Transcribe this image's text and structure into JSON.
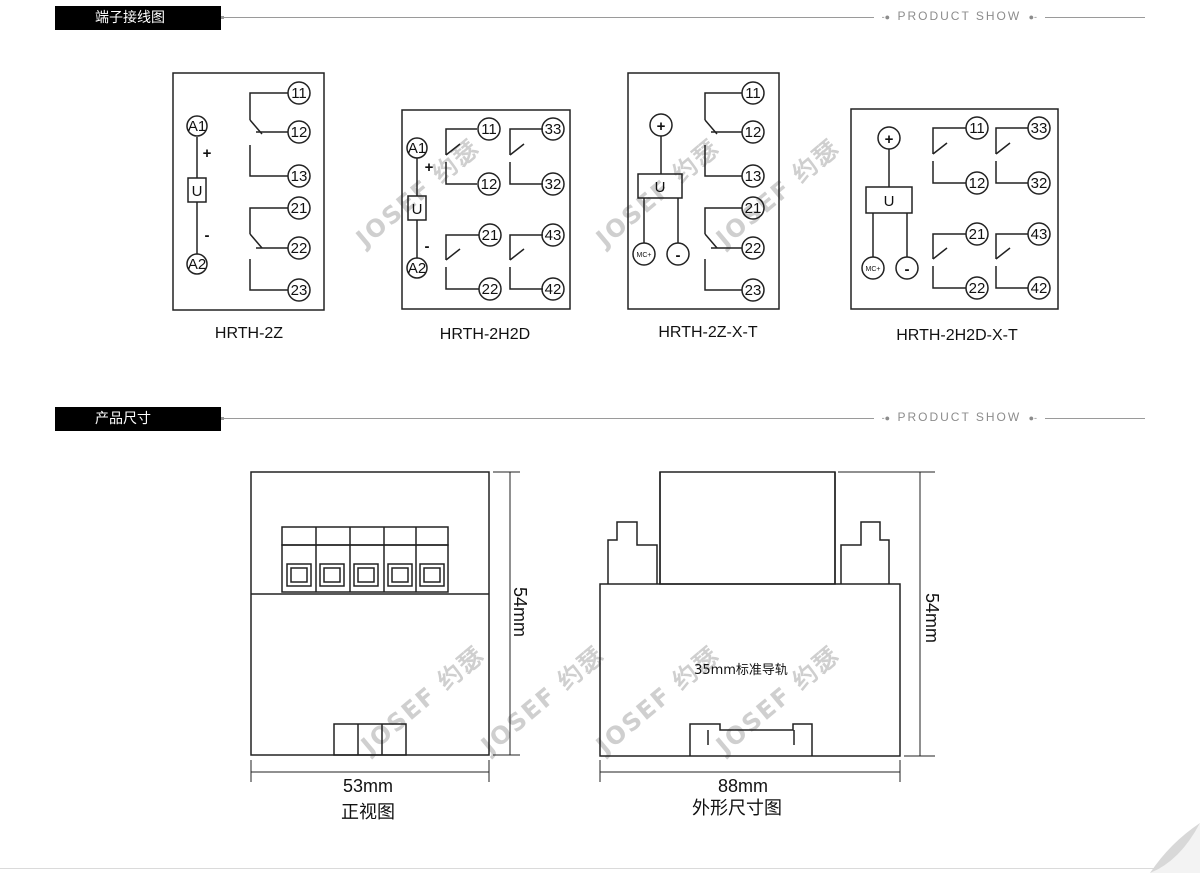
{
  "sections": [
    {
      "title": "端子接线图",
      "tag_line": "PRODUCT SHOW"
    },
    {
      "title": "产品尺寸",
      "tag_line": "PRODUCT SHOW"
    }
  ],
  "watermark": "JOSEF 约瑟",
  "wiring": {
    "diagrams": [
      {
        "model": "HRTH-2Z",
        "coil_terminals": [
          "A1",
          "A2"
        ],
        "coil_signs": [
          "+",
          "-"
        ],
        "coil_label": "U",
        "terminals": [
          "11",
          "12",
          "13",
          "21",
          "22",
          "23"
        ]
      },
      {
        "model": "HRTH-2H2D",
        "coil_terminals": [
          "A1",
          "A2"
        ],
        "coil_signs": [
          "+",
          "-"
        ],
        "coil_label": "U",
        "terminals": [
          "11",
          "12",
          "33",
          "32",
          "21",
          "22",
          "43",
          "42"
        ]
      },
      {
        "model": "HRTH-2Z-X-T",
        "coil_label": "U",
        "supply_terminals": [
          "+",
          "MC+",
          "-"
        ],
        "terminals": [
          "11",
          "12",
          "13",
          "21",
          "22",
          "23"
        ]
      },
      {
        "model": "HRTH-2H2D-X-T",
        "coil_label": "U",
        "supply_terminals": [
          "+",
          "MC+",
          "-"
        ],
        "terminals": [
          "11",
          "12",
          "33",
          "32",
          "21",
          "22",
          "43",
          "42"
        ]
      }
    ]
  },
  "dimensions": {
    "front": {
      "caption": "正视图",
      "width": "53mm",
      "height": "54mm"
    },
    "side": {
      "caption": "外形尺寸图",
      "width": "88mm",
      "height": "54mm",
      "rail_label": "35mm标准导轨"
    }
  },
  "colors": {
    "header_bg": "#000000",
    "header_text": "#ffffff",
    "line": "#222222",
    "watermark": "#cfcfcf"
  }
}
